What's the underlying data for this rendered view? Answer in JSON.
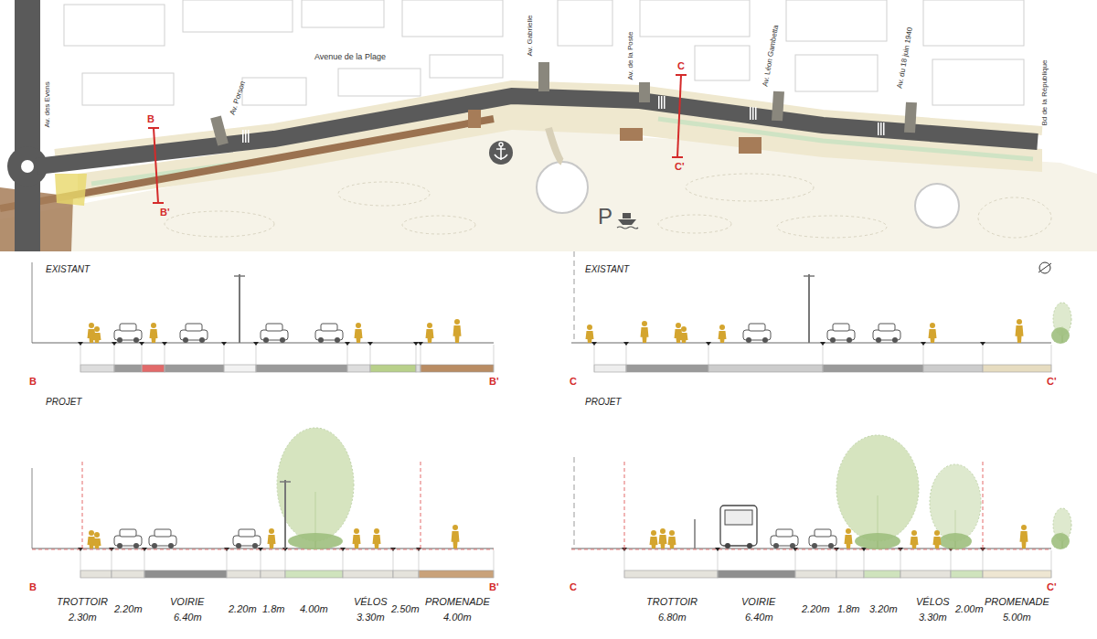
{
  "diagram": {
    "labels": [
      "Avenue de la Plage",
      "Av. des Evens",
      "Av. Porson",
      "Av. Gabrielle",
      "Av. de la Poste",
      "Av. Léon Gambetta",
      "Av. du 18 juin 1940",
      "Bd de la République",
      "B",
      "B'",
      "C",
      "C'",
      "P",
      "EXISTANT",
      "B",
      "B'",
      "EXISTANT",
      "C",
      "C'",
      "PROJET",
      "B",
      "B'",
      "PROJET",
      "C",
      "C'",
      "TROTTOIR",
      "2.30m",
      "2.20m",
      "VOIRIE",
      "6.40m",
      "2.20m",
      "1.8m",
      "4.00m",
      "VÉLOS",
      "3.30m",
      "2.50m",
      "PROMENADE",
      "4.00m",
      "TROTTOIR",
      "6.80m",
      "VOIRIE",
      "6.40m",
      "2.20m",
      "1.8m",
      "3.20m",
      "VÉLOS",
      "3.30m",
      "2.00m",
      "PROMENADE",
      "5.00m"
    ]
  }
}
